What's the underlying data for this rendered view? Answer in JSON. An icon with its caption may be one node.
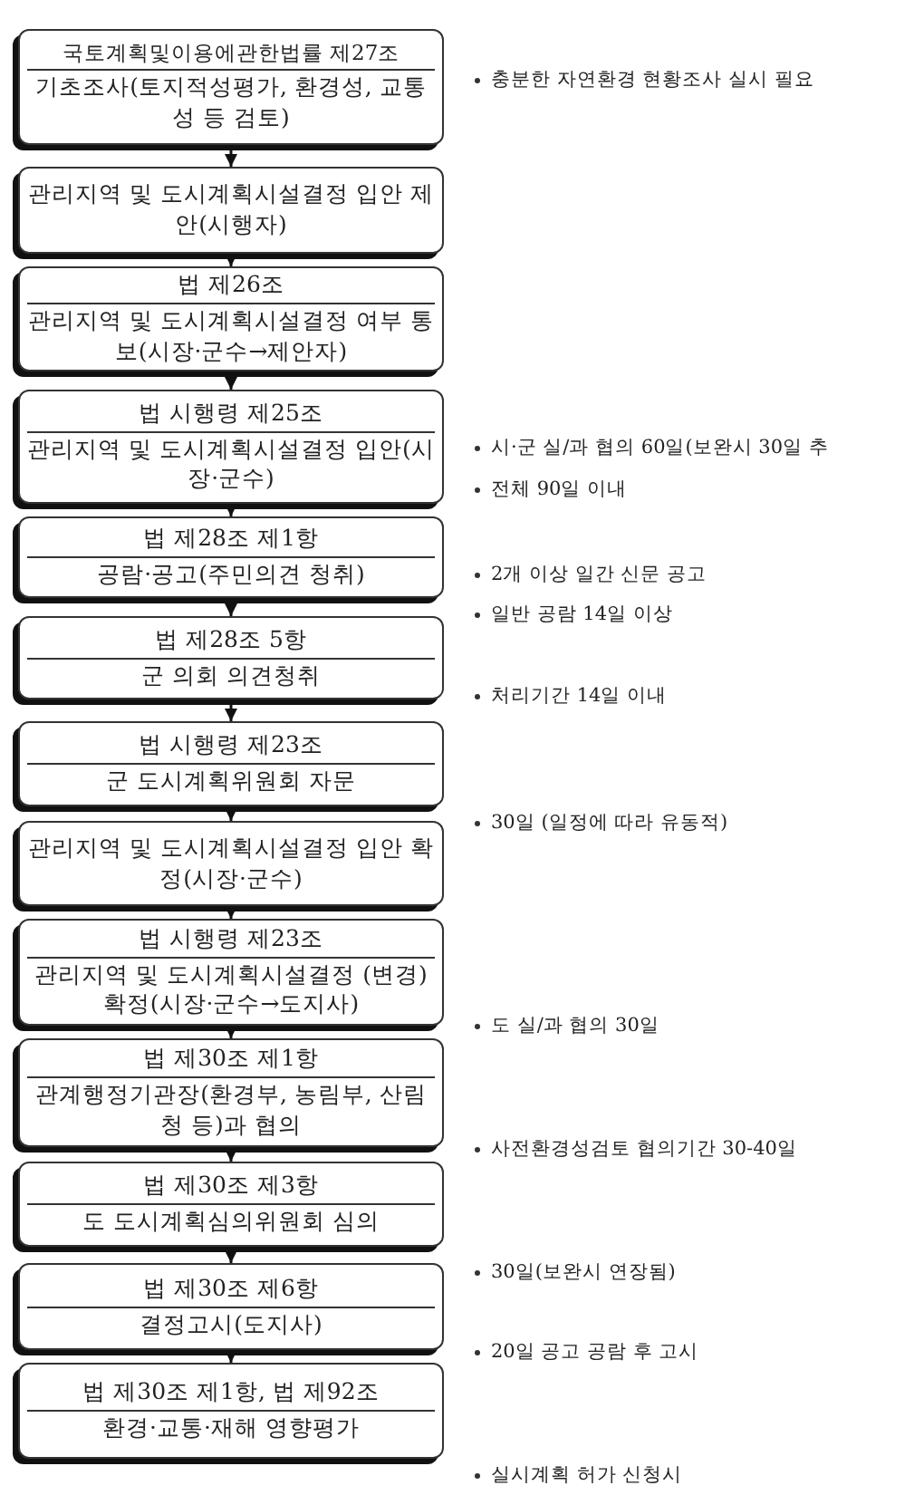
{
  "diagram": {
    "nodes": [
      {
        "text": [
          "국토계획및이용에관한법률 제27조",
          "기초조사(토지적성평가, 환경성, 교통성 등 검토)"
        ]
      },
      {
        "text": [
          "관리지역 및 도시계획시설결정 입안 제안(시행자)"
        ]
      },
      {
        "text": [
          "법 제26조",
          "관리지역 및 도시계획시설결정 여부 통보(시장·군수→제안자)"
        ]
      },
      {
        "text": [
          "법 시행령 제25조",
          "관리지역 및 도시계획시설결정 입안(시장·군수)"
        ]
      },
      {
        "text": [
          "법 제28조 제1항",
          "공람·공고(주민의견 청취)"
        ]
      },
      {
        "text": [
          "법 제28조 5항",
          "군 의회 의견청취"
        ]
      },
      {
        "text": [
          "법 시행령 제23조",
          "군 도시계획위원회 자문"
        ]
      },
      {
        "text": [
          "관리지역 및 도시계획시설결정 입안 확정(시장·군수)"
        ]
      },
      {
        "text": [
          "법 시행령 제23조",
          "관리지역 및 도시계획시설결정 (변경) 확정(시장·군수→도지사)"
        ]
      },
      {
        "text": [
          "법 제30조 제1항",
          "관계행정기관장(환경부, 농림부, 산림청 등)과 협의"
        ]
      },
      {
        "text": [
          "법 제30조 제3항",
          "도 도시계획심의위원회 심의"
        ]
      },
      {
        "text": [
          "법 제30조 제6항",
          "결정고시(도지사)"
        ]
      },
      {
        "text": [
          "법 제30조 제1항, 법 제92조",
          "환경·교통·재해 영향평가"
        ]
      }
    ],
    "edges": [
      {
        "from": 0,
        "to": 1,
        "arrow": "to"
      },
      {
        "from": 1,
        "to": 2,
        "arrow": "to"
      },
      {
        "from": 2,
        "to": 3,
        "arrow": "to"
      },
      {
        "from": 3,
        "to": 4,
        "arrow": "to"
      },
      {
        "from": 4,
        "to": 5,
        "arrow": "to"
      },
      {
        "from": 5,
        "to": 6,
        "arrow": "to"
      },
      {
        "from": 6,
        "to": 7,
        "arrow": "to"
      },
      {
        "from": 7,
        "to": 8,
        "arrow": "to"
      },
      {
        "from": 8,
        "to": 9,
        "arrow": "to"
      },
      {
        "from": 9,
        "to": 10,
        "arrow": "to"
      },
      {
        "from": 10,
        "to": 11,
        "arrow": "to"
      },
      {
        "from": 11,
        "to": 12,
        "arrow": "to"
      }
    ],
    "labels": [
      "충분한 자연환경 현황조사 실시 필요",
      "시·군 실/과 협의 60일(보완시 30일 추",
      "전체 90일 이내",
      "2개 이상 일간 신문 공고",
      "일반 공람 14일 이상",
      "처리기간 14일 이내",
      "30일 (일정에 따라 유동적)",
      "도 실/과 협의 30일",
      "사전환경성검토 협의기간 30-40일",
      "30일(보완시 연장됨)",
      "20일 공고 공람 후 고시",
      "실시계획 허가 신청시"
    ]
  }
}
